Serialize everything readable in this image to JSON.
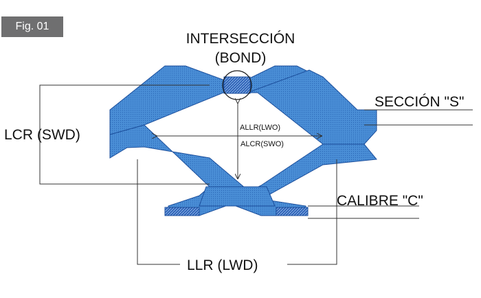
{
  "figure": {
    "badge": "Fig. 01"
  },
  "labels": {
    "intersection": "INTERSECCIÓN",
    "bond": "(BOND)",
    "lcr": "LCR (SWD)",
    "allr": "ALLR(LWO)",
    "alcr": "ALCR(SWO)",
    "seccion": "SECCIÓN \"S\"",
    "calibre": "CALIBRE \"C\"",
    "llr": "LLR (LWD)"
  },
  "colors": {
    "mesh_fill": "#4a8ed6",
    "mesh_edge": "#1c4f9c",
    "edge_face": "#2f63b8",
    "line": "#333333",
    "badge_bg": "#6f6f70"
  }
}
